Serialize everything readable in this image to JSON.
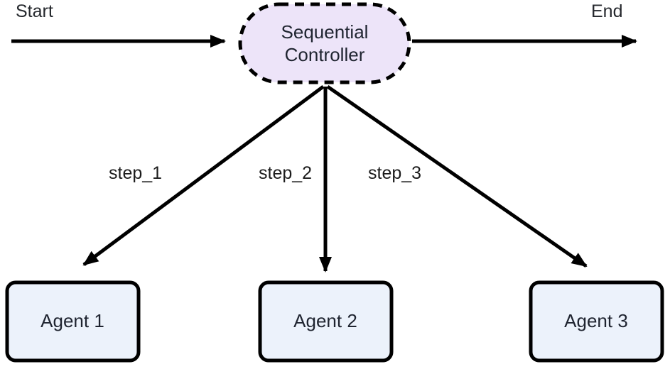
{
  "diagram": {
    "type": "flowchart",
    "orientation": "top-down",
    "background_color": "#ffffff",
    "terminals": {
      "start_label": "Start",
      "end_label": "End"
    },
    "controller": {
      "id": "sequential-controller",
      "label_line_1": "Sequential",
      "label_line_2": "Controller",
      "shape": "stadium",
      "fill_color": "#EDE4F9",
      "stroke_color": "#000000",
      "stroke_style": "dashed",
      "stroke_width": 4
    },
    "agents": [
      {
        "id": "agent-1",
        "label": "Agent 1",
        "shape": "rounded-rectangle",
        "fill_color": "#ECF2FB",
        "stroke_color": "#000000",
        "stroke_width": 4
      },
      {
        "id": "agent-2",
        "label": "Agent 2",
        "shape": "rounded-rectangle",
        "fill_color": "#ECF2FB",
        "stroke_color": "#000000",
        "stroke_width": 4
      },
      {
        "id": "agent-3",
        "label": "Agent 3",
        "shape": "rounded-rectangle",
        "fill_color": "#ECF2FB",
        "stroke_color": "#000000",
        "stroke_width": 4
      }
    ],
    "edges": [
      {
        "id": "edge-start",
        "from": "start",
        "to": "sequential-controller",
        "label": ""
      },
      {
        "id": "edge-end",
        "from": "sequential-controller",
        "to": "end",
        "label": ""
      },
      {
        "id": "edge-step-1",
        "from": "sequential-controller",
        "to": "agent-1",
        "label": "step_1"
      },
      {
        "id": "edge-step-2",
        "from": "sequential-controller",
        "to": "agent-2",
        "label": "step_2"
      },
      {
        "id": "edge-step-3",
        "from": "sequential-controller",
        "to": "agent-3",
        "label": "step_3"
      }
    ],
    "edge_color": "#000000"
  }
}
